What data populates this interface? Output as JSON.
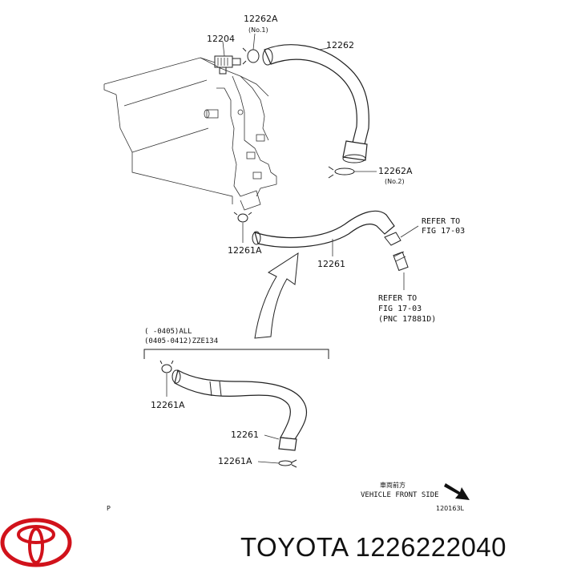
{
  "labels": {
    "p12262A_top": "12262A",
    "no1": "(No.1)",
    "p12204": "12204",
    "p12262": "12262",
    "p12262A_mid": "12262A",
    "no2": "(No.2)",
    "refer1_line1": "REFER TO",
    "refer1_line2": "FIG  17-03",
    "p12261A_upper": "12261A",
    "p12261_upper": "12261",
    "refer2_line1": "REFER TO",
    "refer2_line2": "FIG  17-03",
    "refer2_line3": "(PNC 17881D)",
    "bracket_line1": "(      -0405)ALL",
    "bracket_line2": "(0405-0412)ZZE134",
    "p12261A_lower1": "12261A",
    "p12261_lower": "12261",
    "p12261A_lower2": "12261A",
    "front_cjk": "車両前方",
    "front_en": "VEHICLE FRONT SIDE",
    "fig_code": "120163L",
    "p_mark": "P"
  },
  "brand": {
    "text": "TOYOTA 1226222040",
    "logo_color": "#d1121b"
  }
}
